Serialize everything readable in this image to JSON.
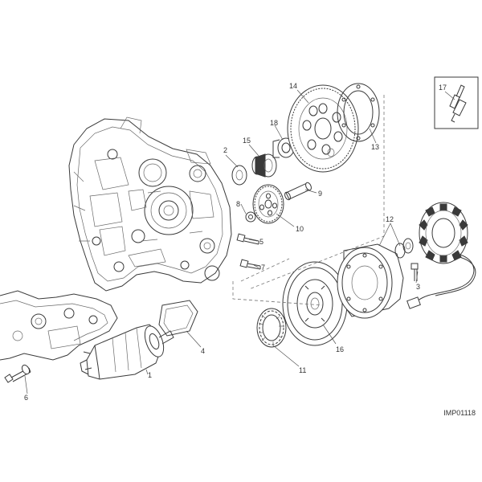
{
  "drawing_code": "IMP01118",
  "callouts": [
    {
      "id": "c1",
      "label": "1"
    },
    {
      "id": "c2",
      "label": "2"
    },
    {
      "id": "c3",
      "label": "3"
    },
    {
      "id": "c4",
      "label": "4"
    },
    {
      "id": "c5",
      "label": "5"
    },
    {
      "id": "c6",
      "label": "6"
    },
    {
      "id": "c7",
      "label": "7"
    },
    {
      "id": "c8",
      "label": "8"
    },
    {
      "id": "c9",
      "label": "9"
    },
    {
      "id": "c10",
      "label": "10"
    },
    {
      "id": "c11",
      "label": "11"
    },
    {
      "id": "c12",
      "label": "12"
    },
    {
      "id": "c13",
      "label": "13"
    },
    {
      "id": "c14",
      "label": "14"
    },
    {
      "id": "c15",
      "label": "15"
    },
    {
      "id": "c16",
      "label": "16"
    },
    {
      "id": "c17",
      "label": "17"
    },
    {
      "id": "c18",
      "label": "18"
    }
  ]
}
